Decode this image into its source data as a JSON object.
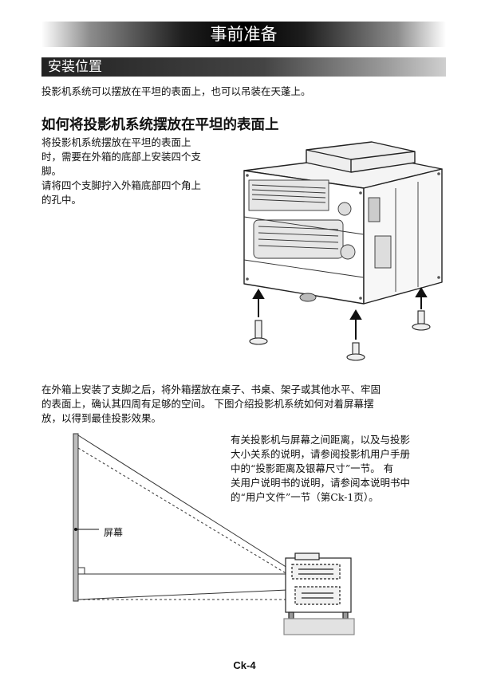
{
  "header": {
    "chapter_title": "事前准备"
  },
  "section": {
    "title": "安装位置"
  },
  "intro_text": "投影机系统可以摆放在平坦的表面上，也可以吊装在天蓬上。",
  "subsection": {
    "title": "如何将投影机系统摆放在平坦的表面上",
    "line1": "将投影机系统摆放在平坦的表面上",
    "line2": "时，需要在外箱的底部上安装四个支",
    "line3": "脚。",
    "line4": "请将四个支脚拧入外箱底部四个角上",
    "line5": "的孔中。"
  },
  "placement": {
    "line1": "在外箱上安装了支脚之后，将外箱摆放在桌子、书桌、架子或其他水平、牢固",
    "line2": "的表面上，确认其四周有足够的空间。 下图介绍投影机系统如何对着屏幕摆",
    "line3": "放，以得到最佳投影效果。"
  },
  "note": {
    "line1": "有关投影机与屏幕之间距离，以及与投影",
    "line2": "大小关系的说明，请参阅投影机用户手册",
    "line3": "中的“投影距离及银幕尺寸”一节。 有",
    "line4": "关用户说明书的说明，请参阅本说明书中",
    "line5": "的“用户文件”一节（第Ck-1页）。"
  },
  "diagram": {
    "screen_label": "屏幕"
  },
  "footer": {
    "page_number": "Ck-4"
  }
}
